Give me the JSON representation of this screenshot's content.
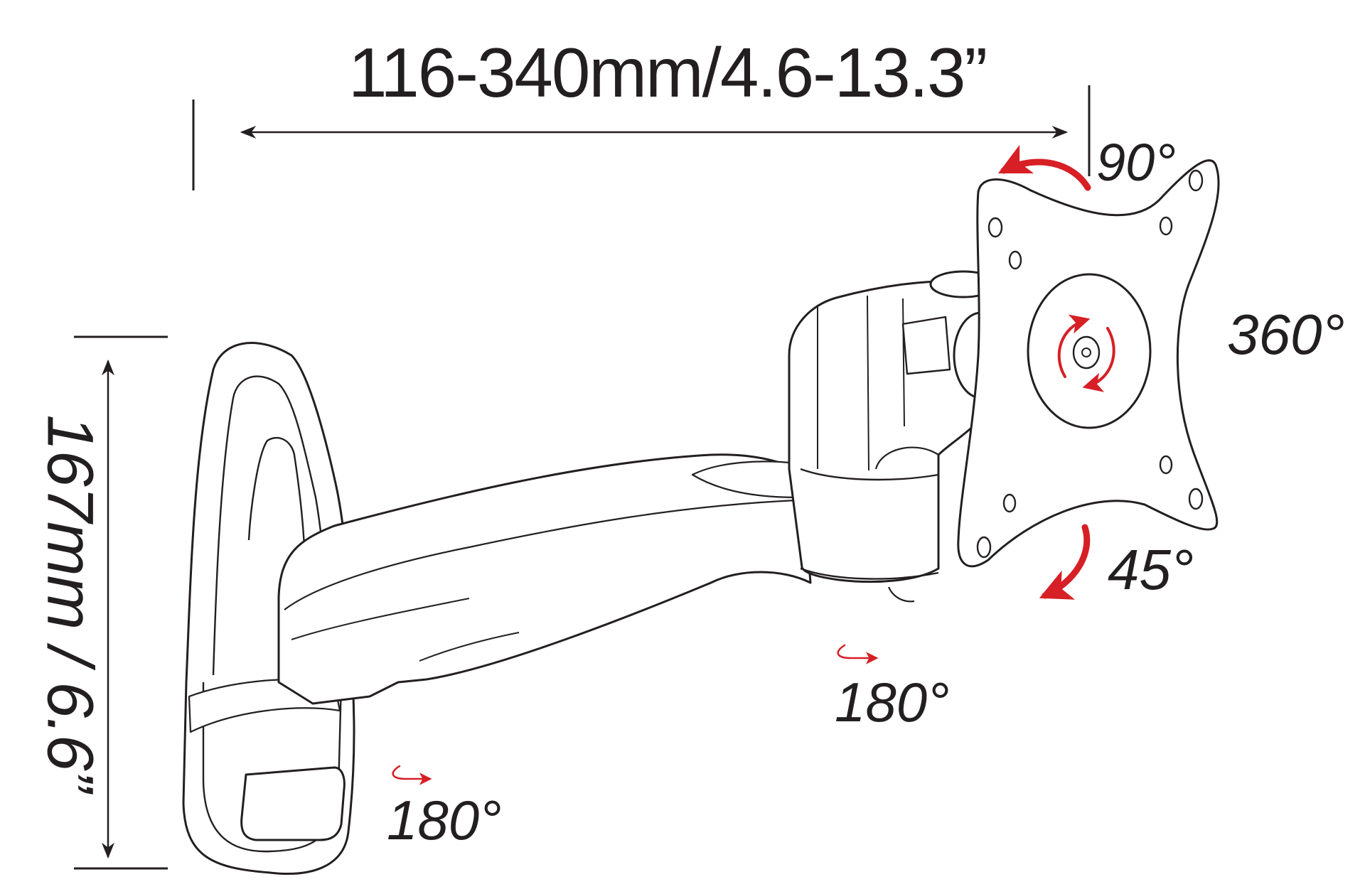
{
  "dimensions": {
    "width_label": "116-340mm/4.6-13.3”",
    "height_label": "167mm / 6.6”"
  },
  "rotations": {
    "tilt": "90°",
    "rotation": "360°",
    "swivel": "45°",
    "arm_joint": "180°",
    "wall_joint": "180°"
  },
  "colors": {
    "line": "#231f20",
    "arrow_accent": "#d71f26",
    "background": "#ffffff"
  }
}
